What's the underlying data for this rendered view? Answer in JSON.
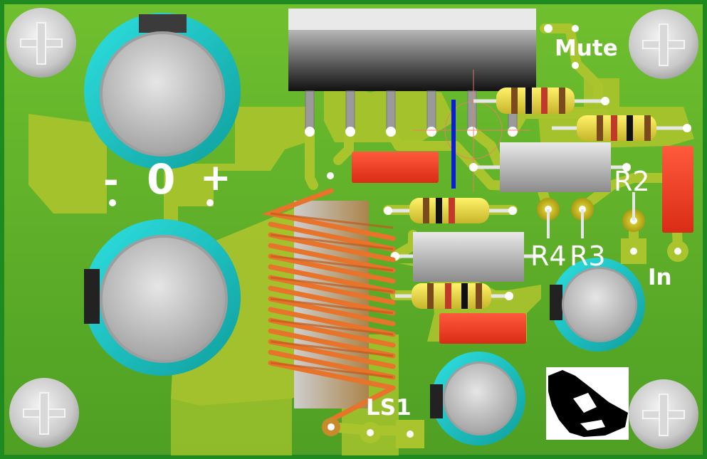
{
  "board": {
    "labels": {
      "mute": "Mute",
      "in": "In",
      "r2": "R2",
      "r4": "R4",
      "r3": "R3",
      "ls1": "LS1",
      "minus": "-",
      "plus": "+",
      "zero": "0"
    },
    "colors": {
      "board": "#5fae2a",
      "board_edge": "#1f8a1f",
      "copper": "#a9c42d",
      "pad": "#c7bf1e",
      "capacitor": "#22c7c7",
      "smd": "#f23a22",
      "coil": "#e8732a",
      "jumper": "#0b1fd0",
      "white_text": "#ffffff"
    }
  }
}
